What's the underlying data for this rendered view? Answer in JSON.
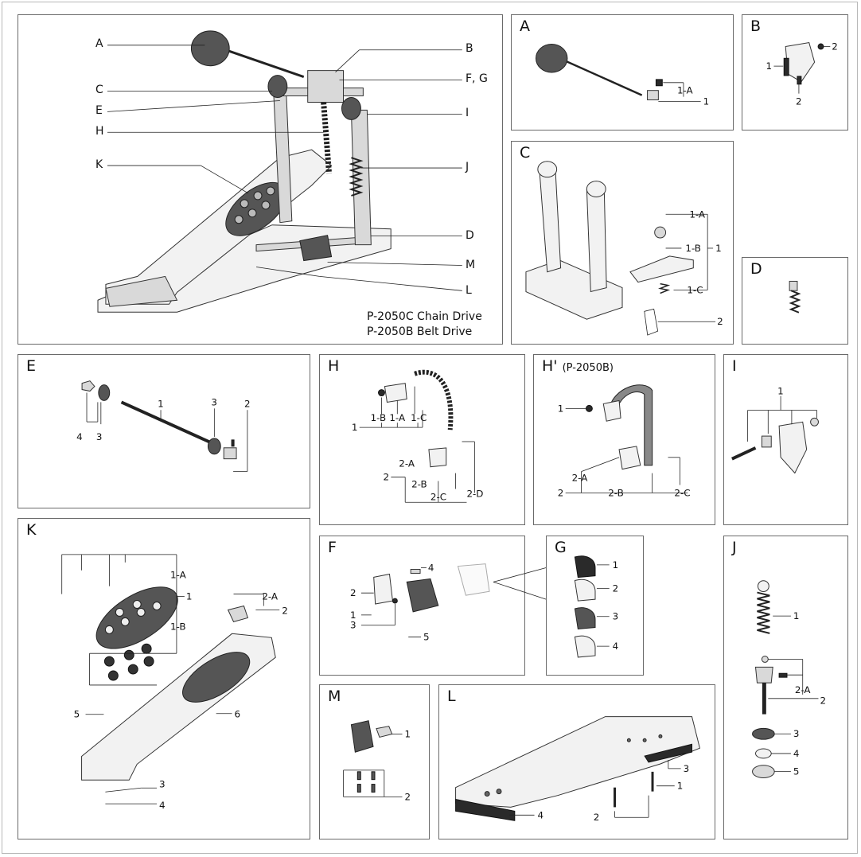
{
  "main": {
    "callouts": [
      "A",
      "B",
      "C",
      "E",
      "H",
      "K",
      "F, G",
      "I",
      "J",
      "D",
      "M",
      "L"
    ],
    "caption_lines": [
      "P-2050C Chain Drive",
      "P-2050B Belt Drive"
    ]
  },
  "panels": {
    "A": {
      "title": "A",
      "labels": [
        "1-A",
        "1"
      ]
    },
    "B": {
      "title": "B",
      "labels": [
        "2",
        "1",
        "2"
      ]
    },
    "C": {
      "title": "C",
      "labels": [
        "1-A",
        "1-B",
        "1",
        "1-C",
        "2"
      ]
    },
    "D": {
      "title": "D"
    },
    "E": {
      "title": "E",
      "labels": [
        "1",
        "3",
        "2",
        "4",
        "3"
      ]
    },
    "H": {
      "title": "H",
      "labels": [
        "1-B",
        "1-A",
        "1-C",
        "1",
        "2-A",
        "2",
        "2-B",
        "2-C",
        "2-D"
      ]
    },
    "Hp": {
      "title": "H'",
      "subtitle": "(P-2050B)",
      "labels": [
        "1",
        "2-A",
        "2",
        "2-B",
        "2-C"
      ]
    },
    "I": {
      "title": "I",
      "labels": [
        "1"
      ]
    },
    "K": {
      "title": "K",
      "labels": [
        "1-A",
        "1",
        "1-B",
        "2-A",
        "2",
        "5",
        "6",
        "3",
        "4"
      ]
    },
    "F": {
      "title": "F",
      "labels": [
        "4",
        "2",
        "1",
        "3",
        "5"
      ]
    },
    "G": {
      "title": "G",
      "labels": [
        "1",
        "2",
        "3",
        "4"
      ]
    },
    "J": {
      "title": "J",
      "labels": [
        "1",
        "2-A",
        "2",
        "3",
        "4",
        "5"
      ]
    },
    "M": {
      "title": "M",
      "labels": [
        "1",
        "2"
      ]
    },
    "L": {
      "title": "L",
      "labels": [
        "3",
        "1",
        "2",
        "4"
      ]
    }
  }
}
